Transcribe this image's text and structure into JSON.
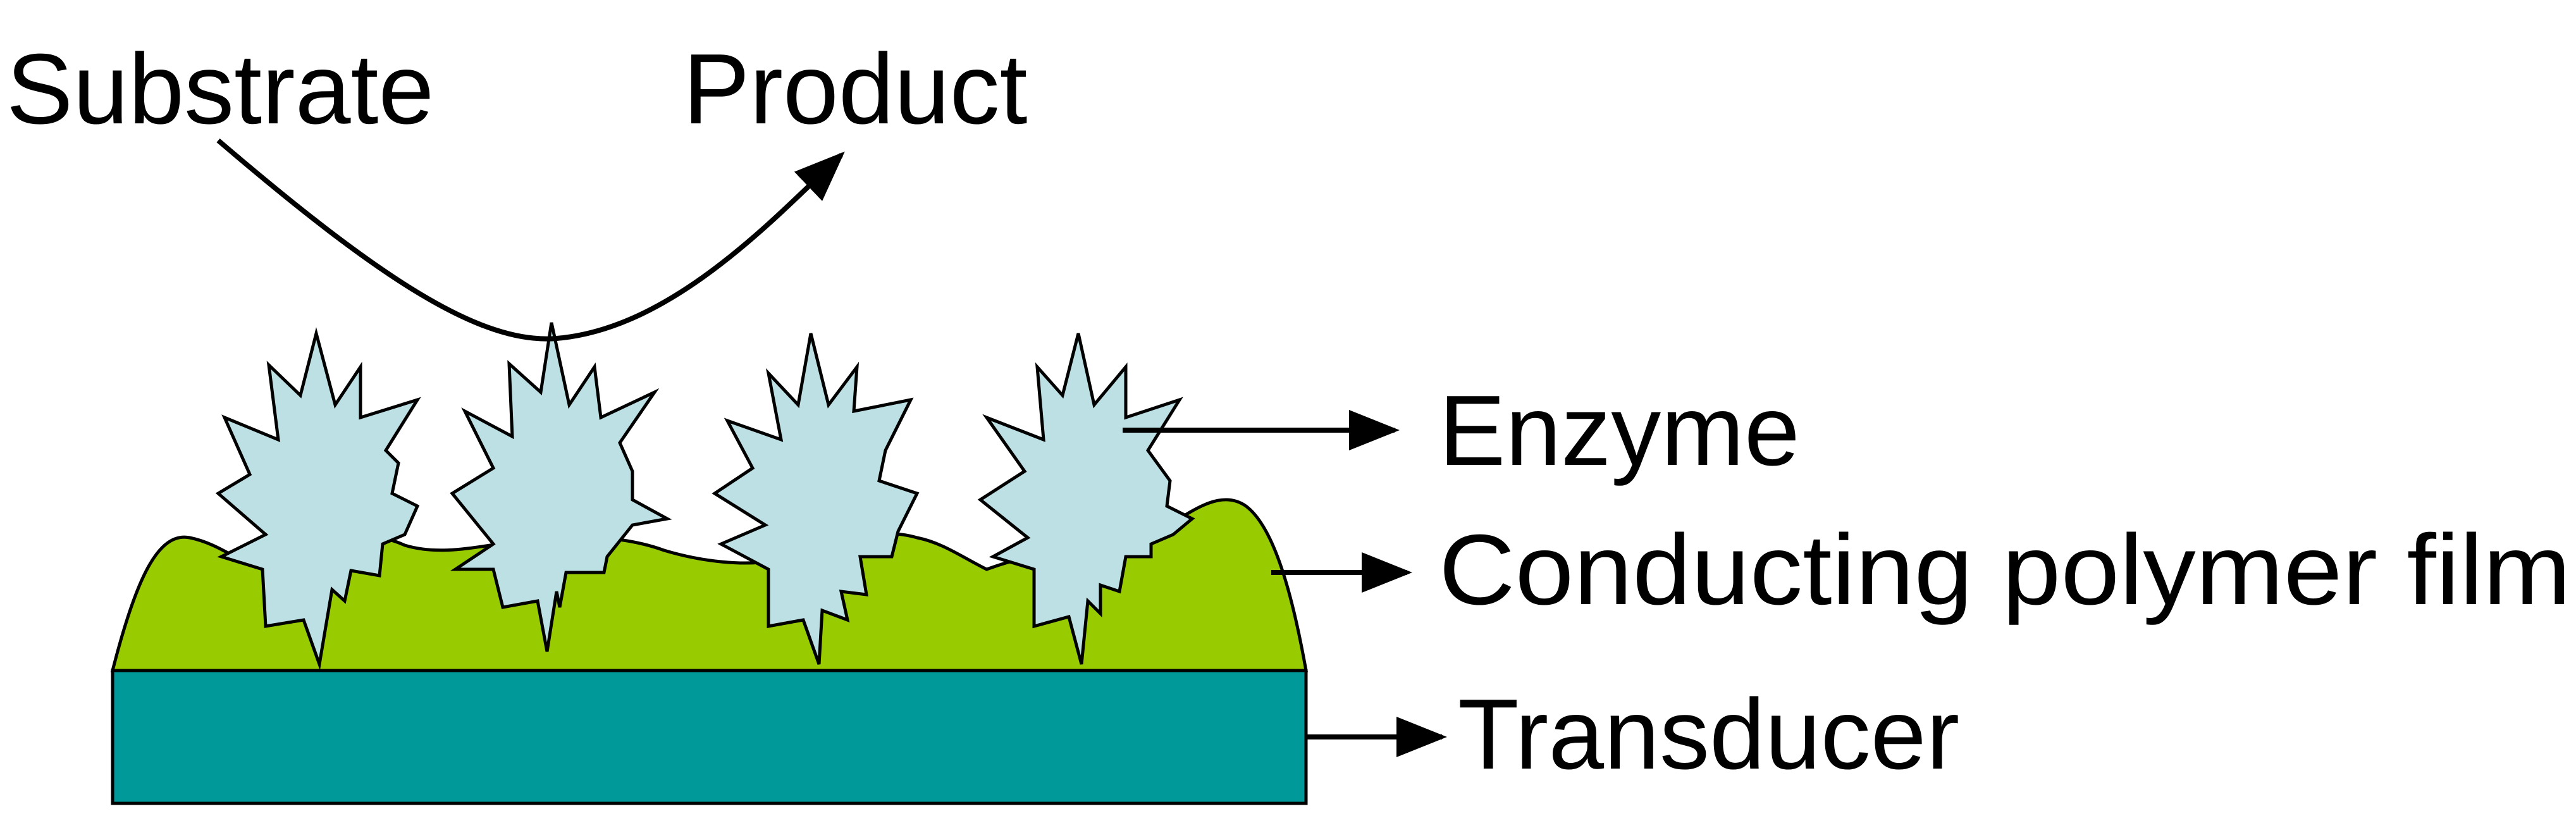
{
  "labels": {
    "substrate": "Substrate",
    "product": "Product",
    "enzyme": "Enzyme",
    "film": "Conducting polymer film",
    "transducer": "Transducer"
  },
  "colors": {
    "transducer_fill": "#009999",
    "film_fill": "#99CC00",
    "enzyme_fill": "#BCE0E4",
    "outline": "#000000"
  },
  "enzyme_count": 4
}
